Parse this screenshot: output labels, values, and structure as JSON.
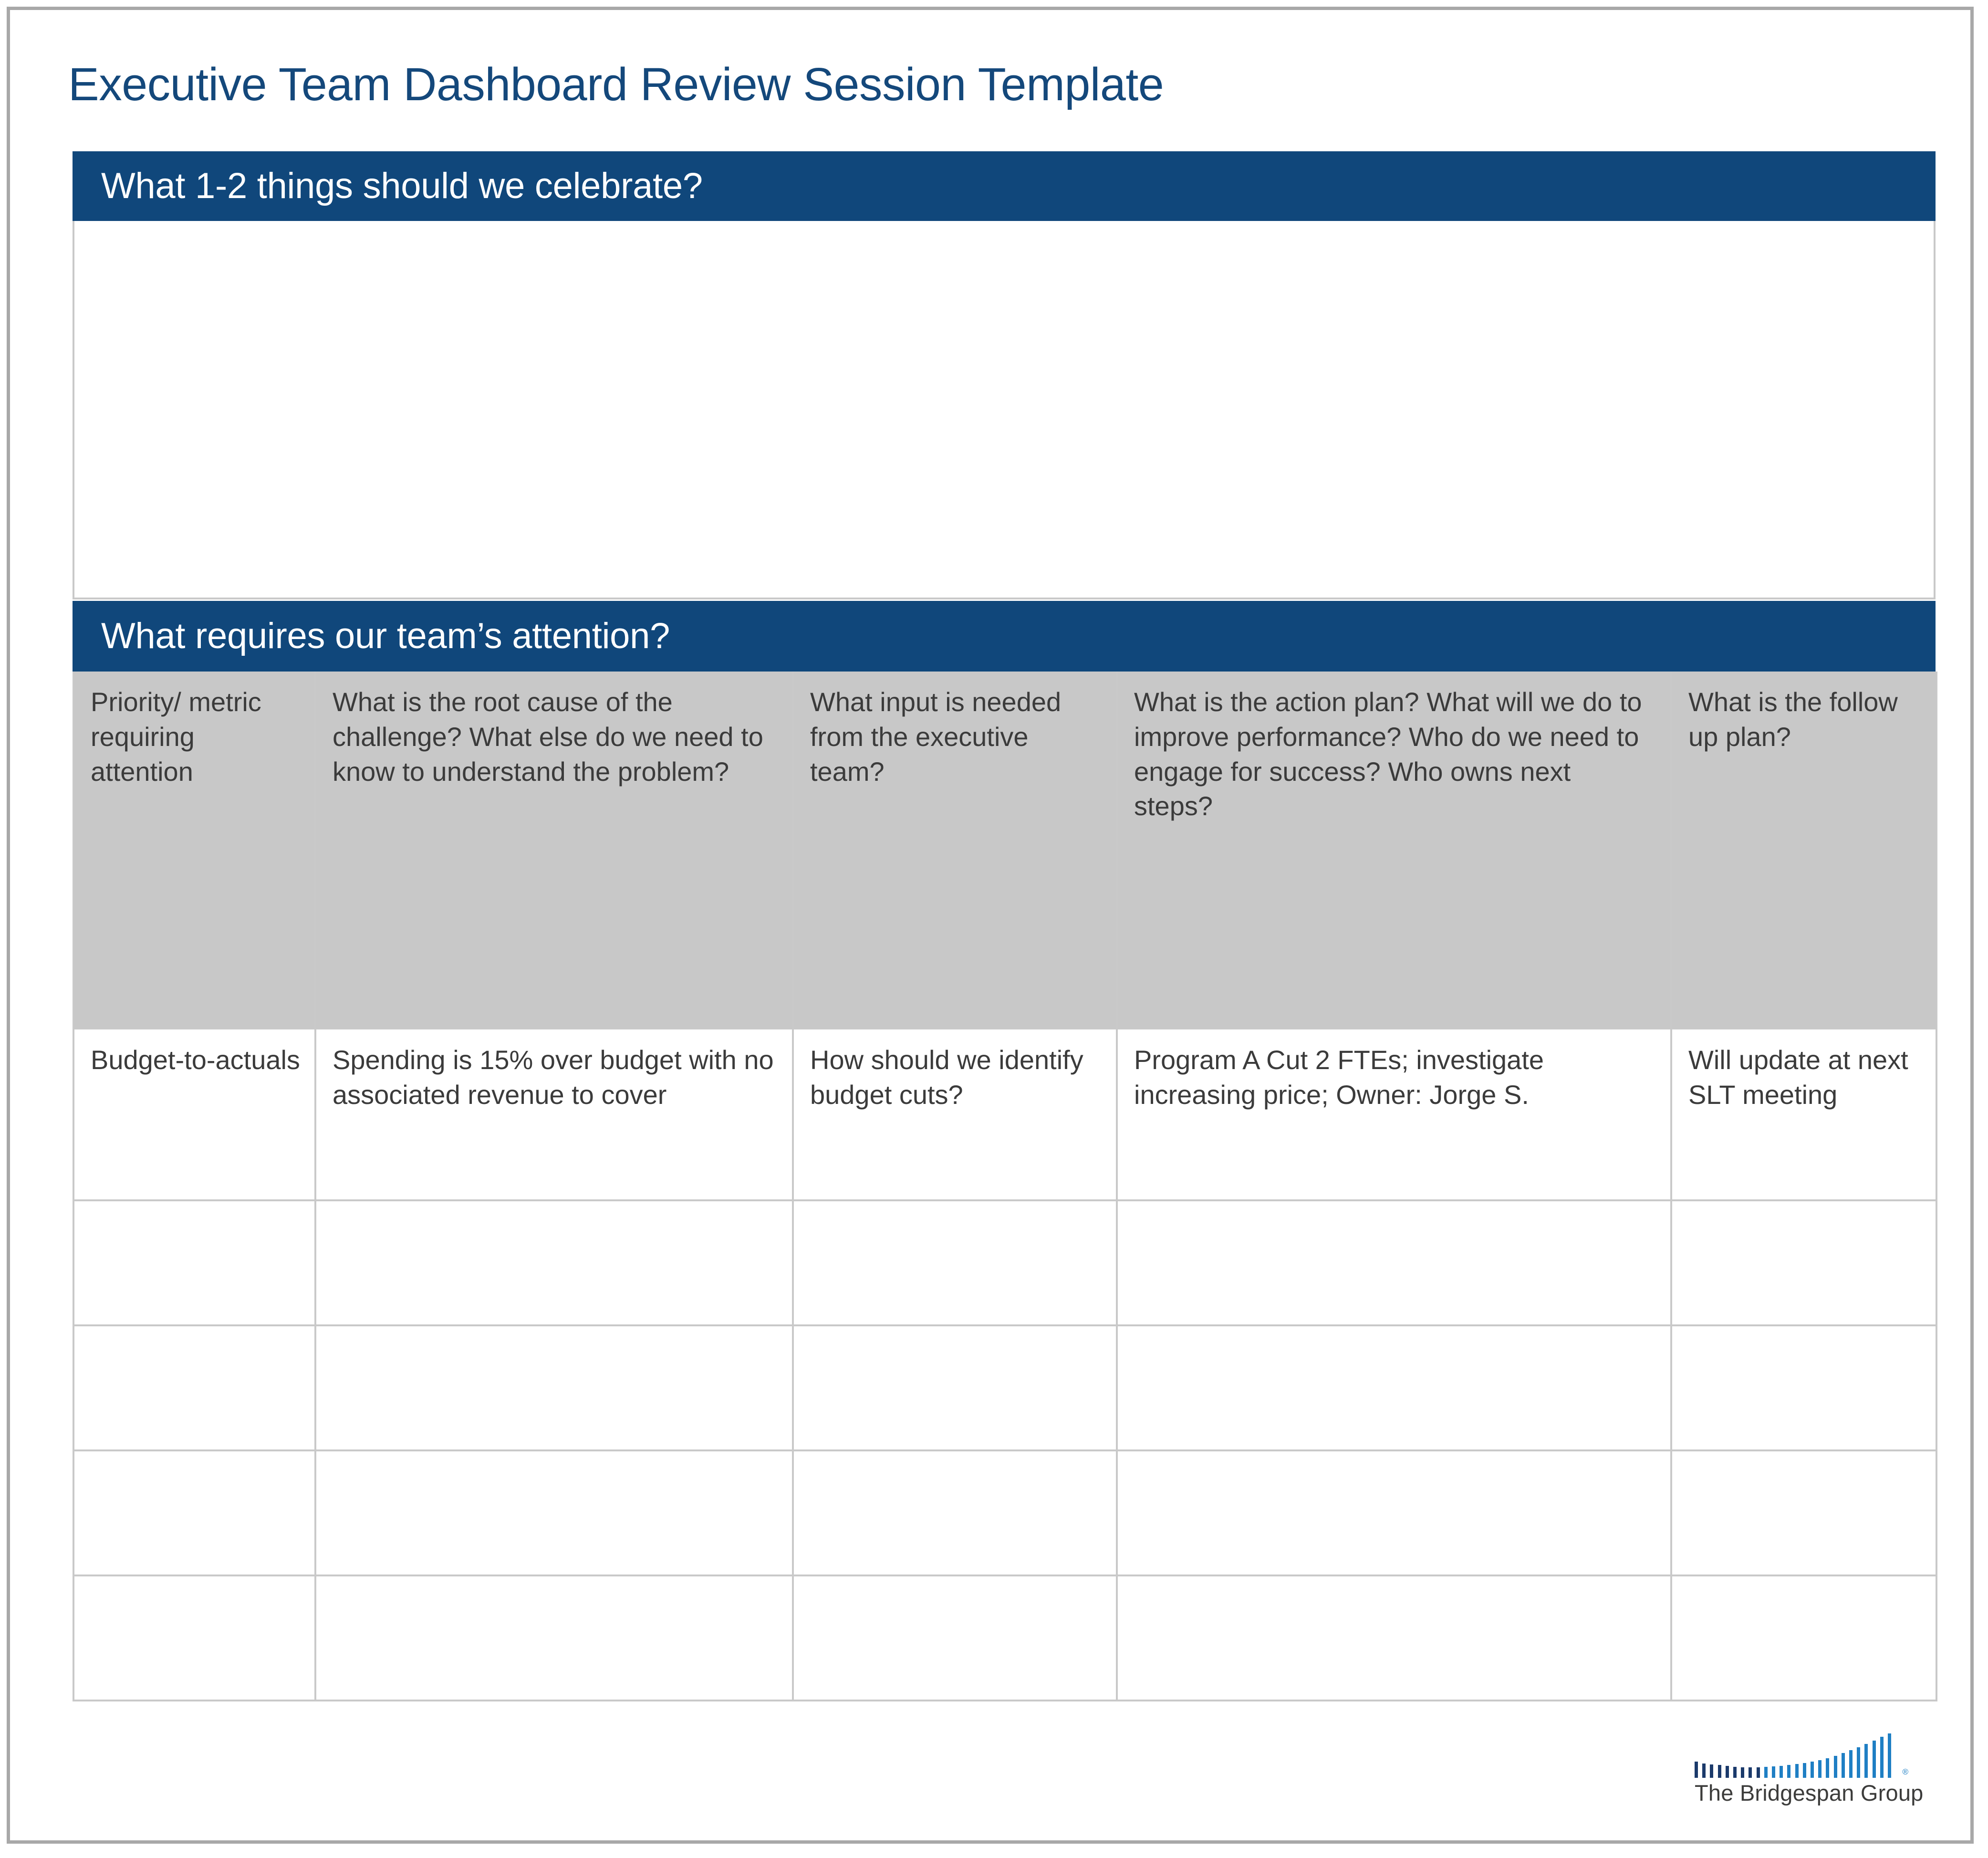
{
  "document": {
    "title": "Executive Team Dashboard Review Session Template"
  },
  "colors": {
    "navy": "#10477B",
    "title_blue": "#14487B",
    "header_gray": "#C8C8C8",
    "grid_gray": "#C9C9C9",
    "page_border": "#A8A8A8",
    "body_text": "#3B3B3B",
    "logo_blue": "#1F7FC4",
    "logo_navy": "#1B3A6B",
    "logo_word": "#3C3C3B"
  },
  "sections": {
    "celebrate": {
      "heading": "What 1-2 things should we celebrate?",
      "content": ""
    },
    "attention": {
      "heading": "What requires our team’s attention?"
    }
  },
  "table": {
    "headers": [
      "Priority/ metric requiring attention",
      "What is the root cause of the challenge? What else do we need to know to understand the problem?",
      "What input is needed from the executive team?",
      "What is the action plan? What will we do to improve performance? Who do we need to engage for success? Who owns next steps?",
      "What is the follow up plan?"
    ],
    "rows": [
      [
        "Budget-to-actuals",
        "Spending is 15% over budget with no associated revenue to cover",
        "How should we identify budget cuts?",
        "Program A Cut 2 FTEs; investigate increasing price; Owner: Jorge S.",
        "Will update at next SLT meeting"
      ],
      [
        "",
        "",
        "",
        "",
        ""
      ],
      [
        "",
        "",
        "",
        "",
        ""
      ],
      [
        "",
        "",
        "",
        "",
        ""
      ],
      [
        "",
        "",
        "",
        "",
        ""
      ]
    ]
  },
  "logo": {
    "name": "The Bridgespan Group",
    "registered_mark": "®",
    "bar_heights": [
      34,
      30,
      28,
      27,
      25,
      23,
      22,
      22,
      22,
      23,
      24,
      25,
      27,
      29,
      31,
      34,
      37,
      41,
      46,
      52,
      58,
      64,
      71,
      78,
      86,
      93
    ]
  }
}
